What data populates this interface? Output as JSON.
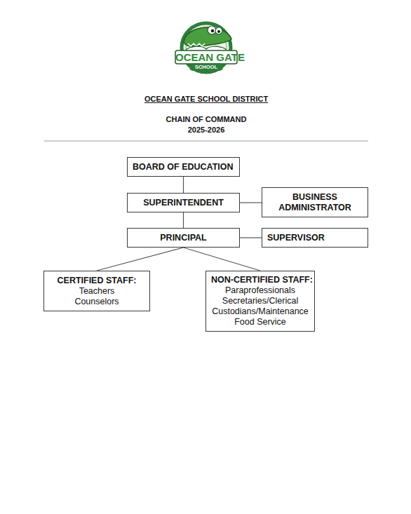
{
  "diagram": {
    "title": "OCEAN GATE SCHOOL DISTRICT",
    "nodes": [
      {
        "text": [
          "BOARD OF EDUCATION"
        ]
      },
      {
        "text": [
          "SUPERINTENDENT"
        ]
      },
      {
        "text": [
          "BUSINESS ADMINISTRATOR"
        ]
      },
      {
        "text": [
          "PRINCIPAL"
        ]
      },
      {
        "text": [
          "SUPERVISOR"
        ]
      },
      {
        "text": [
          "CERTIFIED STAFF:",
          "Teachers",
          "Counselors"
        ]
      },
      {
        "text": [
          "NON-CERTIFIED STAFF:",
          "Paraprofessionals",
          "Secretaries/Clerical",
          "Custodians/Maintenance",
          "Food Service"
        ]
      }
    ],
    "edges": [
      {
        "from": 0,
        "to": 1,
        "arrow": "none"
      },
      {
        "from": 1,
        "to": 2,
        "arrow": "none"
      },
      {
        "from": 1,
        "to": 3,
        "arrow": "none"
      },
      {
        "from": 3,
        "to": 4,
        "arrow": "none"
      },
      {
        "from": 3,
        "to": 5,
        "arrow": "none"
      },
      {
        "from": 3,
        "to": 6,
        "arrow": "none"
      }
    ],
    "labels": [
      "OCEAN GATE",
      "SCHOOL",
      "CHAIN OF COMMAND",
      "2025-2026"
    ]
  }
}
